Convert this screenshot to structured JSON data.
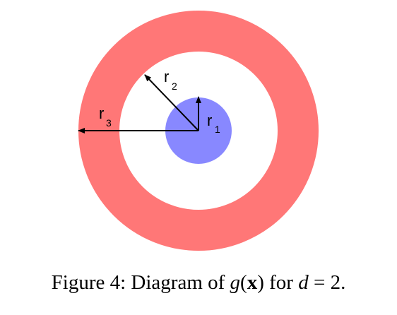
{
  "diagram": {
    "colors": {
      "outer_ring": "#ff7777",
      "inner_disk": "#8888ff",
      "background": "#ffffff",
      "arrows": "#000000"
    },
    "labels": {
      "r1": {
        "base": "r",
        "sub": "1"
      },
      "r2": {
        "base": "r",
        "sub": "2"
      },
      "r3": {
        "base": "r",
        "sub": "3"
      }
    }
  },
  "caption": {
    "prefix": "Figure 4: Diagram of ",
    "func": "g",
    "open": "(",
    "var": "x",
    "close": ")",
    "middle": " for ",
    "dvar": "d",
    "eq": " = 2."
  }
}
